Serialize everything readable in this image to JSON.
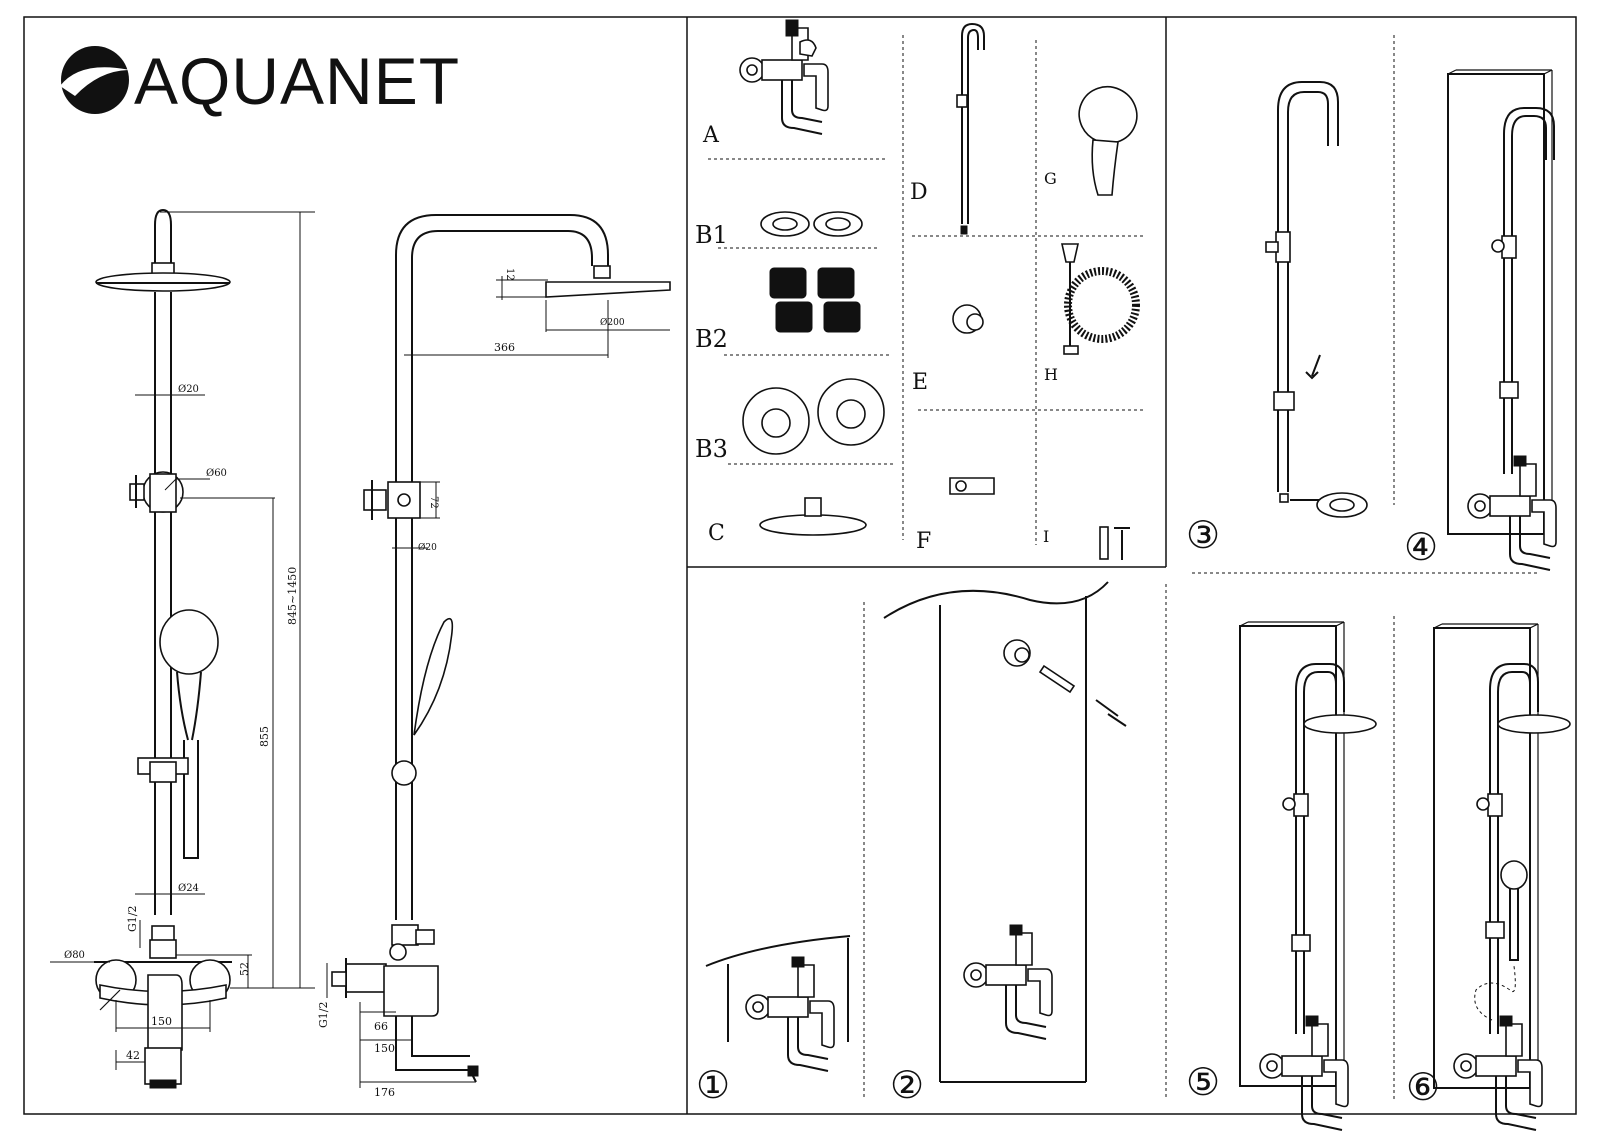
{
  "brand": {
    "name": "AQUANET"
  },
  "dims": {
    "pipe_top": "Ø20",
    "clamp": "Ø60",
    "height_range": "845~1450",
    "height": "855",
    "pipe_bottom": "Ø24",
    "thread_left": "G1/2",
    "rosette": "Ø80",
    "drop": "52",
    "center": "150",
    "spout_width": "42",
    "head_thickness": "12",
    "head_diameter": "Ø200",
    "arm_length": "366",
    "valve_height": "72",
    "valve_pipe": "Ø20",
    "thread_side": "G1/2",
    "offset_66": "66",
    "offset_150": "150",
    "offset_176": "176"
  },
  "parts": {
    "a": "A",
    "b1": "B1",
    "b2": "B2",
    "b3": "B3",
    "c": "C",
    "d": "D",
    "e": "E",
    "f": "F",
    "g": "G",
    "h": "H",
    "i": "I"
  },
  "steps": {
    "s1": "①",
    "s2": "②",
    "s3": "③",
    "s4": "④",
    "s5": "⑤",
    "s6": "⑥"
  }
}
